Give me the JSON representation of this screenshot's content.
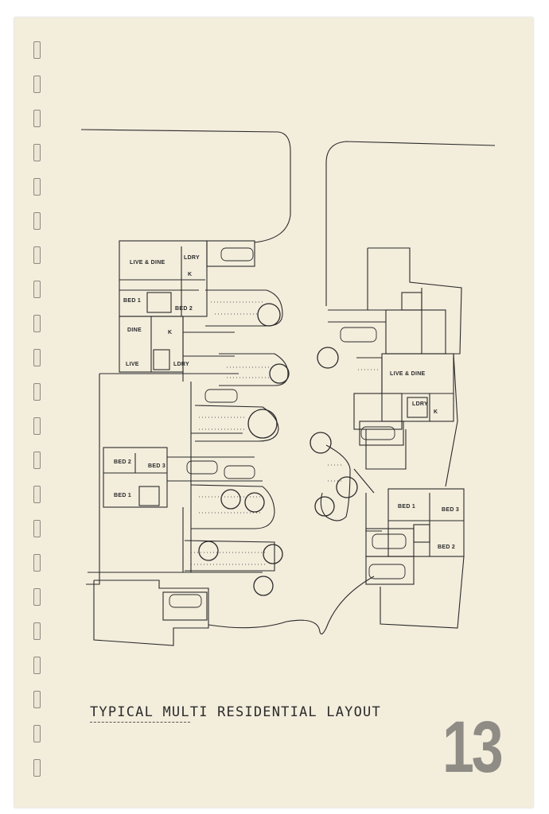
{
  "document": {
    "caption": "TYPICAL MULTI RESIDENTIAL LAYOUT",
    "page_number": "13"
  },
  "plan_labels": {
    "live_dine": "LIVE & DINE",
    "ldry": "LDRY",
    "k": "K",
    "bed1": "BED 1",
    "bed2": "BED 2",
    "bed3": "BED 3",
    "dine": "DINE",
    "live": "LIVE"
  },
  "binder": {
    "hole_count": 22
  },
  "colors": {
    "paper": "#f3eddc",
    "ink": "#2a2a2a",
    "number_gray": "#8f8c86"
  }
}
